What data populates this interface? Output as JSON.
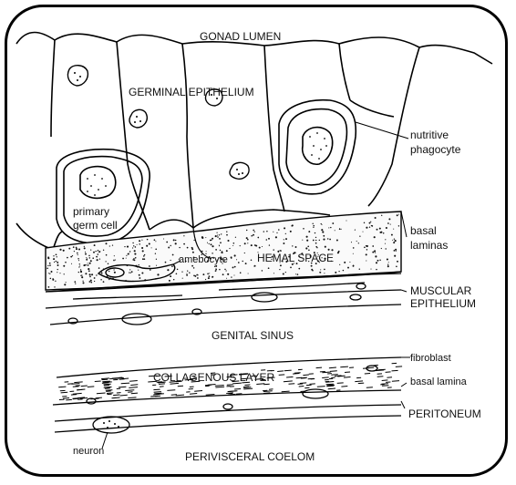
{
  "diagram": {
    "labels": {
      "gonad_lumen": "GONAD LUMEN",
      "germinal_epithelium": "GERMINAL EPITHELIUM",
      "nutritive_phagocyte_1": "nutritive",
      "nutritive_phagocyte_2": "phagocyte",
      "primary_germ_cell_1": "primary",
      "primary_germ_cell_2": "germ cell",
      "basal_laminas_1": "basal",
      "basal_laminas_2": "laminas",
      "amebocyte": "amebocyte",
      "hemal_space": "HEMAL SPACE",
      "muscular_epithelium_1": "MUSCULAR",
      "muscular_epithelium_2": "EPITHELIUM",
      "genital_sinus": "GENITAL SINUS",
      "fibroblast": "fibroblast",
      "collagenous_layer": "COLLAGENOUS LAYER",
      "basal_lamina": "basal lamina",
      "peritoneum": "PERITONEUM",
      "neuron": "neuron",
      "perivisceral_coelom": "PERIVISCERAL COELOM"
    }
  }
}
